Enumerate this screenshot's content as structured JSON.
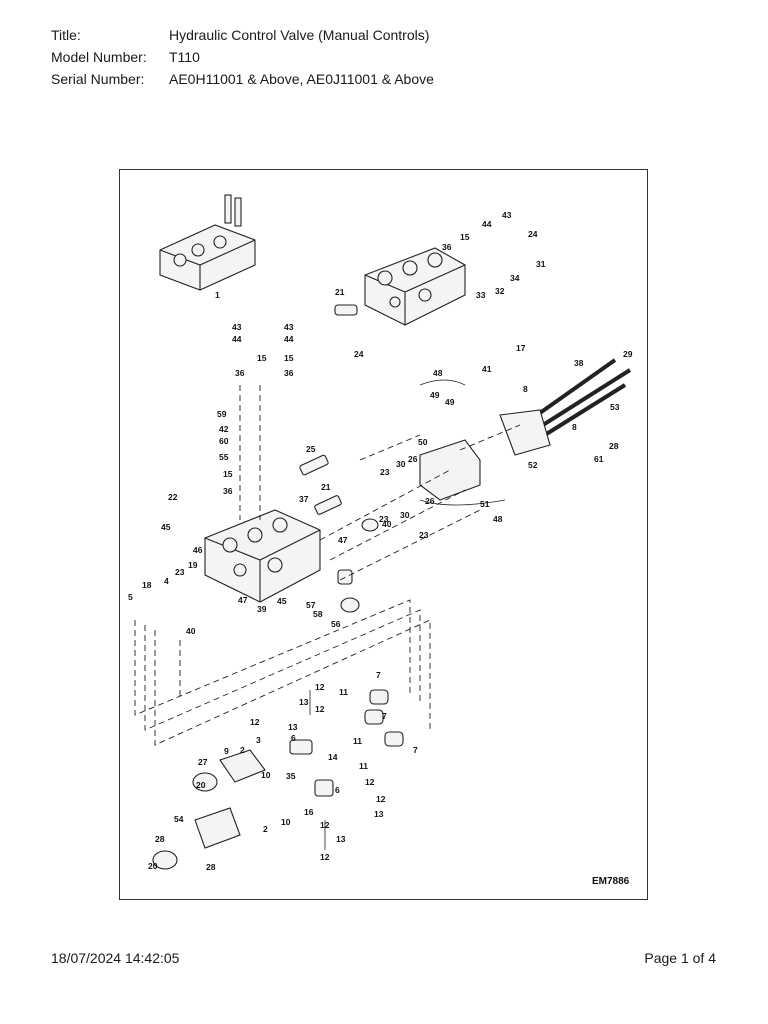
{
  "header": {
    "title_label": "Title:",
    "title_value": "Hydraulic Control Valve (Manual Controls)",
    "model_label": "Model Number:",
    "model_value": "T110",
    "serial_label": "Serial Number:",
    "serial_value": "AE0H11001 & Above, AE0J11001 & Above"
  },
  "figure": {
    "id": "EM7886",
    "callouts": [
      "1",
      "43",
      "44",
      "24",
      "36",
      "15",
      "31",
      "33",
      "32",
      "34",
      "21",
      "24",
      "43",
      "44",
      "43",
      "44",
      "15",
      "15",
      "36",
      "36",
      "17",
      "38",
      "29",
      "41",
      "48",
      "8",
      "49",
      "49",
      "53",
      "59",
      "42",
      "60",
      "55",
      "15",
      "36",
      "25",
      "50",
      "26",
      "30",
      "23",
      "8",
      "28",
      "61",
      "52",
      "21",
      "37",
      "22",
      "45",
      "47",
      "23",
      "30",
      "26",
      "51",
      "48",
      "40",
      "23",
      "46",
      "19",
      "23",
      "18",
      "4",
      "5",
      "40",
      "47",
      "39",
      "45",
      "57",
      "58",
      "56",
      "7",
      "12",
      "13",
      "12",
      "11",
      "7",
      "12",
      "13",
      "6",
      "3",
      "11",
      "14",
      "9",
      "2",
      "27",
      "10",
      "20",
      "35",
      "11",
      "7",
      "12",
      "6",
      "12",
      "2",
      "10",
      "16",
      "13",
      "54",
      "12",
      "13",
      "28",
      "12",
      "20",
      "28"
    ]
  },
  "footer": {
    "timestamp": "18/07/2024 14:42:05",
    "page": "Page 1 of 4"
  }
}
